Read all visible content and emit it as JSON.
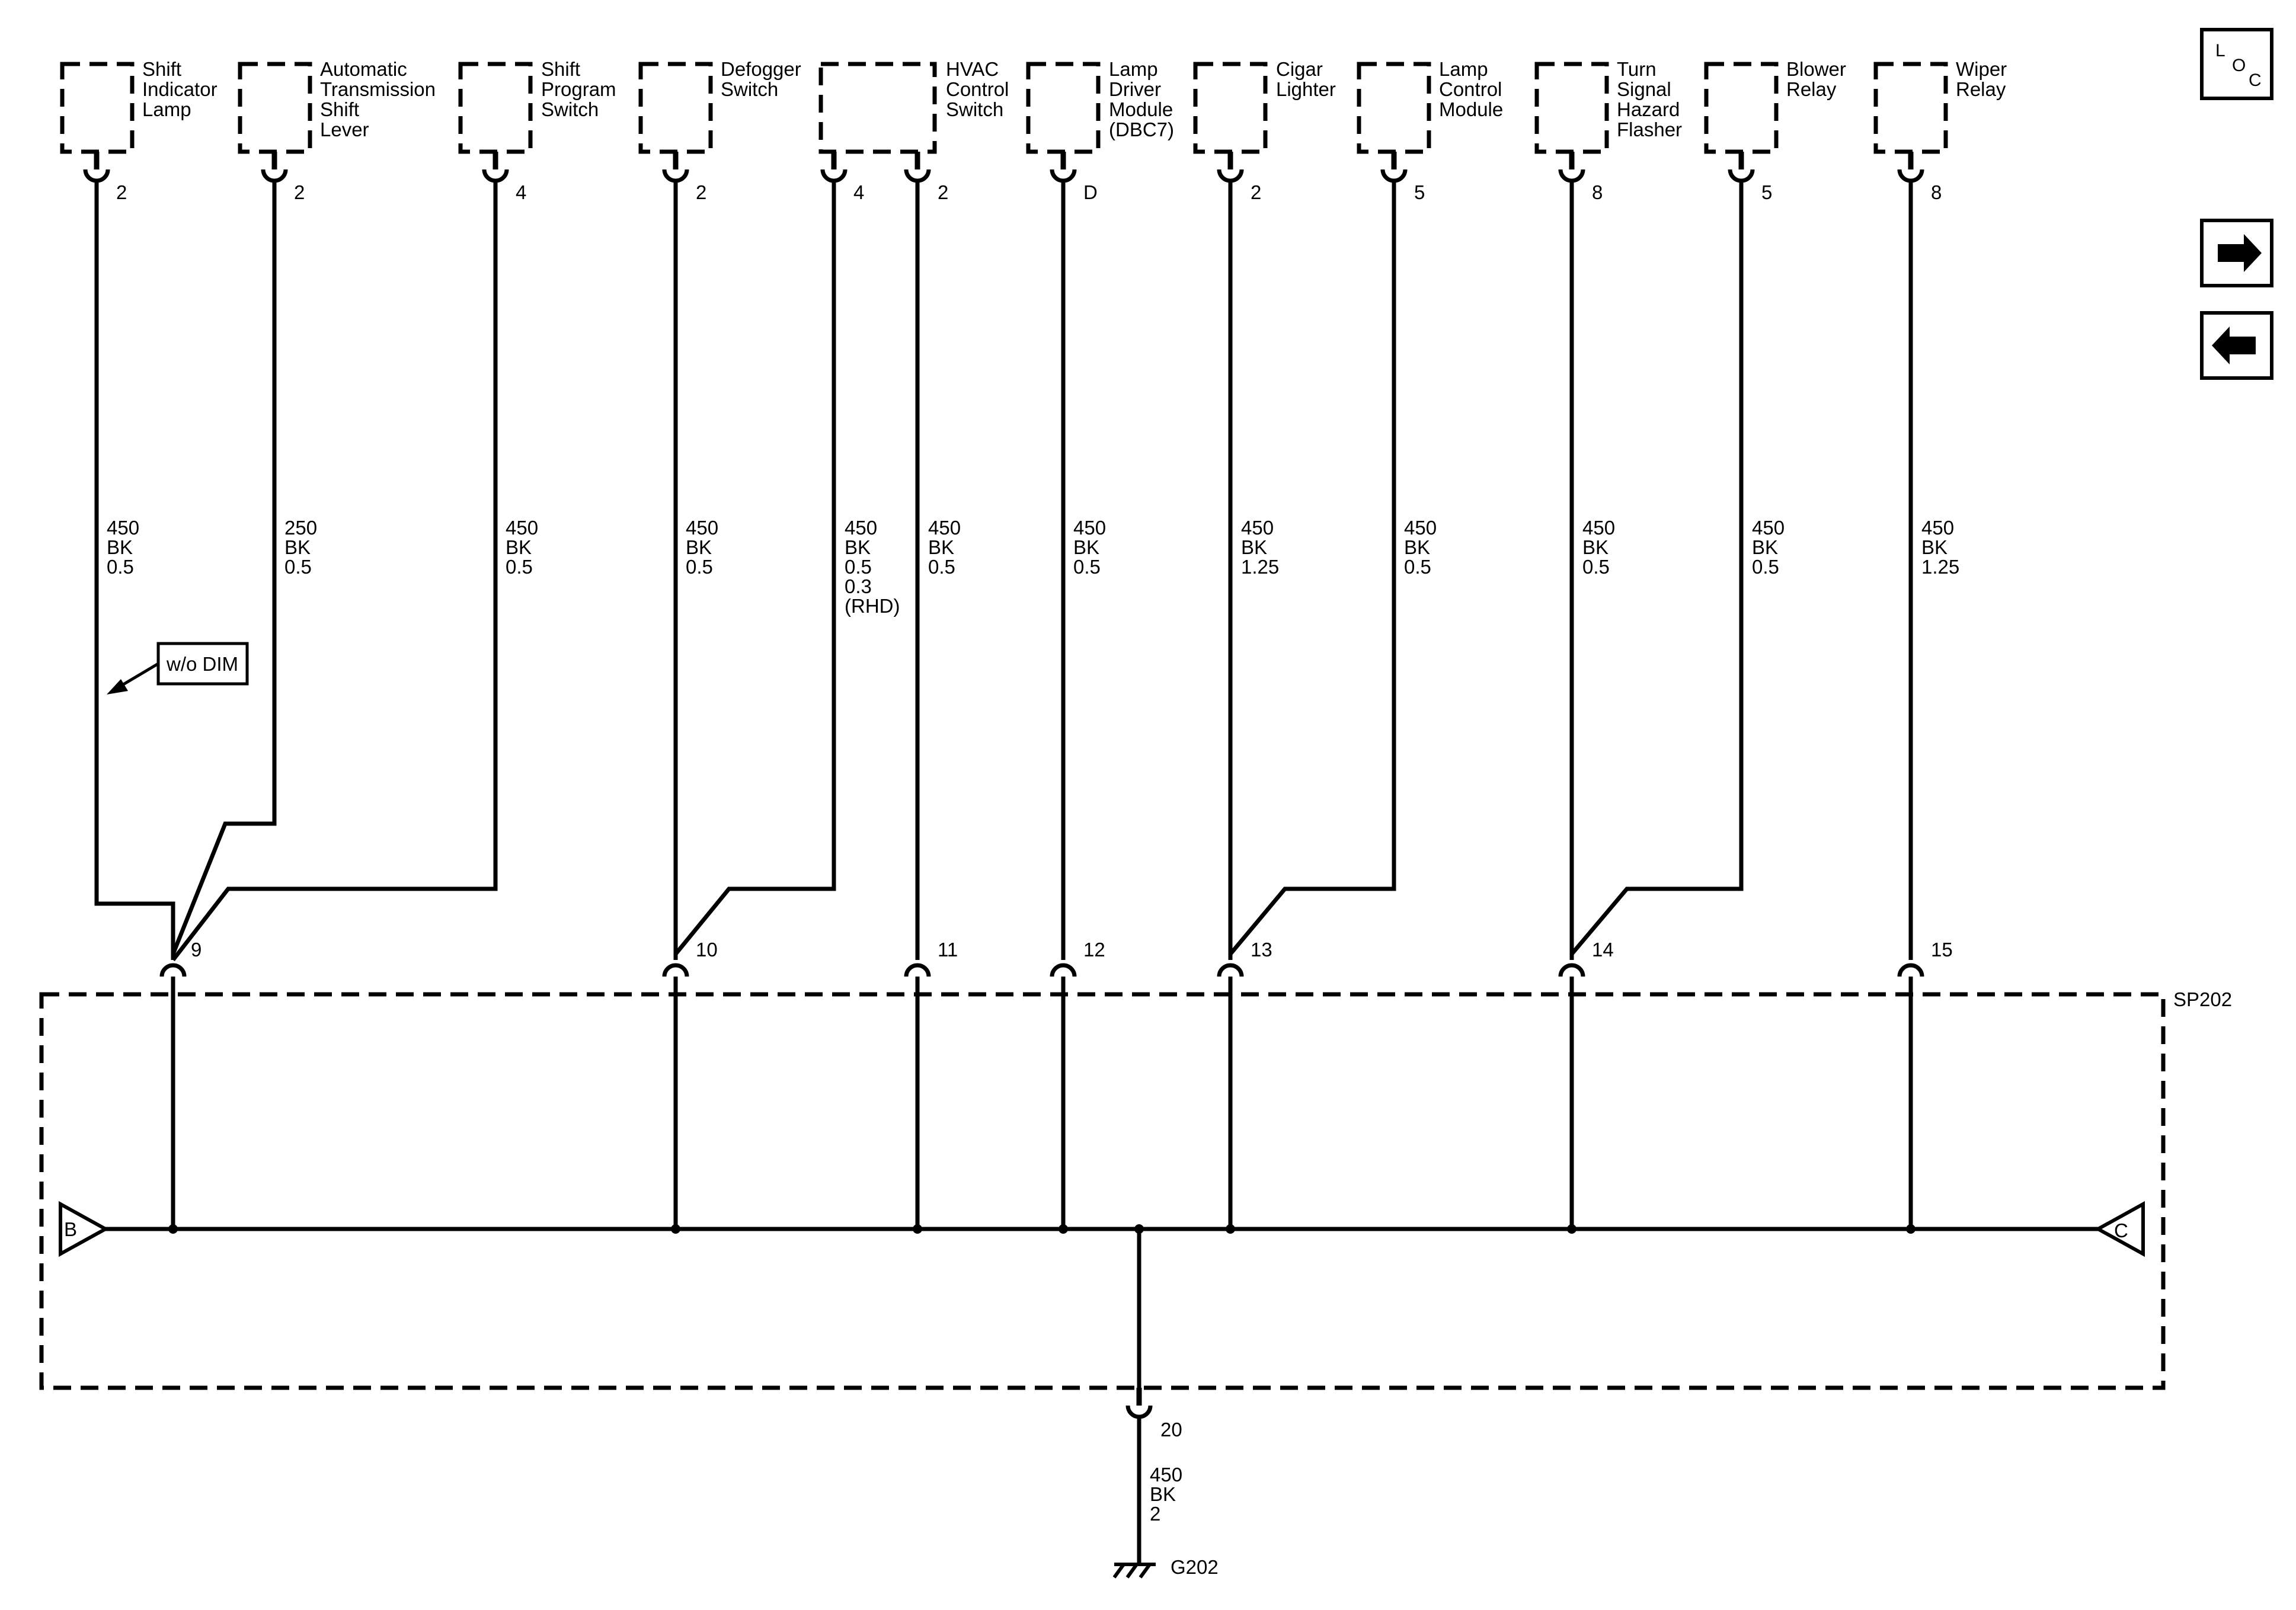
{
  "components": [
    {
      "id": "shift-indicator-lamp",
      "label": [
        "Shift",
        "Indicator",
        "Lamp"
      ],
      "pin": "2",
      "wire": [
        "450",
        "BK",
        "0.5"
      ]
    },
    {
      "id": "automatic-transmission-shift-lever",
      "label": [
        "Automatic",
        "Transmission",
        "Shift",
        "Lever"
      ],
      "pin": "2",
      "wire": [
        "250",
        "BK",
        "0.5"
      ]
    },
    {
      "id": "shift-program-switch",
      "label": [
        "Shift",
        "Program",
        "Switch"
      ],
      "pin": "4",
      "wire": [
        "450",
        "BK",
        "0.5"
      ]
    },
    {
      "id": "defogger-switch",
      "label": [
        "Defogger",
        "Switch"
      ],
      "pin": "2",
      "wire": [
        "450",
        "BK",
        "0.5"
      ]
    },
    {
      "id": "hvac-control-switch",
      "label": [
        "HVAC",
        "Control",
        "Switch"
      ],
      "pins": [
        "4",
        "2"
      ],
      "wires": [
        [
          "450",
          "BK",
          "0.5",
          "0.3",
          "(RHD)"
        ],
        [
          "450",
          "BK",
          "0.5"
        ]
      ]
    },
    {
      "id": "lamp-driver-module",
      "label": [
        "Lamp",
        "Driver",
        "Module",
        "(DBC7)"
      ],
      "pin": "D",
      "wire": [
        "450",
        "BK",
        "0.5"
      ]
    },
    {
      "id": "cigar-lighter",
      "label": [
        "Cigar",
        "Lighter"
      ],
      "pin": "2",
      "wire": [
        "450",
        "BK",
        "1.25"
      ]
    },
    {
      "id": "lamp-control-module",
      "label": [
        "Lamp",
        "Control",
        "Module"
      ],
      "pin": "5",
      "wire": [
        "450",
        "BK",
        "0.5"
      ]
    },
    {
      "id": "turn-signal-hazard-flasher",
      "label": [
        "Turn",
        "Signal",
        "Hazard",
        "Flasher"
      ],
      "pin": "8",
      "wire": [
        "450",
        "BK",
        "0.5"
      ]
    },
    {
      "id": "blower-relay",
      "label": [
        "Blower",
        "Relay"
      ],
      "pin": "5",
      "wire": [
        "450",
        "BK",
        "0.5"
      ]
    },
    {
      "id": "wiper-relay",
      "label": [
        "Wiper",
        "Relay"
      ],
      "pin": "8",
      "wire": [
        "450",
        "BK",
        "1.25"
      ]
    }
  ],
  "splice_pins": [
    "9",
    "10",
    "11",
    "12",
    "13",
    "14",
    "15"
  ],
  "splice_name": "SP202",
  "note": "w/o DIM",
  "bus_left": "B",
  "bus_right": "C",
  "ground_pin": "20",
  "ground_wire": [
    "450",
    "BK",
    "2"
  ],
  "ground_name": "G202",
  "loc_icon": {
    "l": "L",
    "o": "O",
    "c": "C"
  },
  "nav": {
    "forward": "right-arrow-icon",
    "back": "left-arrow-icon"
  }
}
